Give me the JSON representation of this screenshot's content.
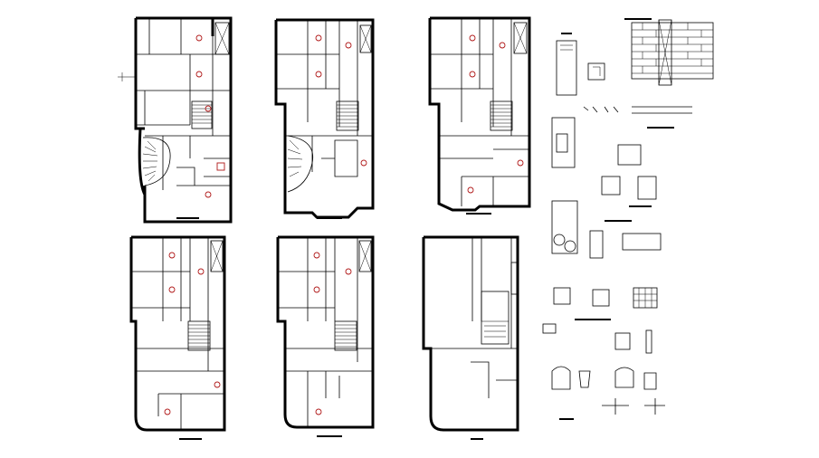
{
  "drawing": {
    "colors": {
      "background": "#ffffff",
      "linework": "#000000",
      "sanitary_fixtures": "#b01818"
    },
    "sheets": [
      {
        "id": "plan-1",
        "icon": "floor-plan"
      },
      {
        "id": "plan-2",
        "icon": "floor-plan"
      },
      {
        "id": "plan-3",
        "icon": "floor-plan"
      },
      {
        "id": "plan-4",
        "icon": "floor-plan"
      },
      {
        "id": "plan-5",
        "icon": "floor-plan"
      },
      {
        "id": "plan-6",
        "icon": "floor-plan"
      },
      {
        "id": "details",
        "icon": "plumbing-details"
      }
    ]
  }
}
